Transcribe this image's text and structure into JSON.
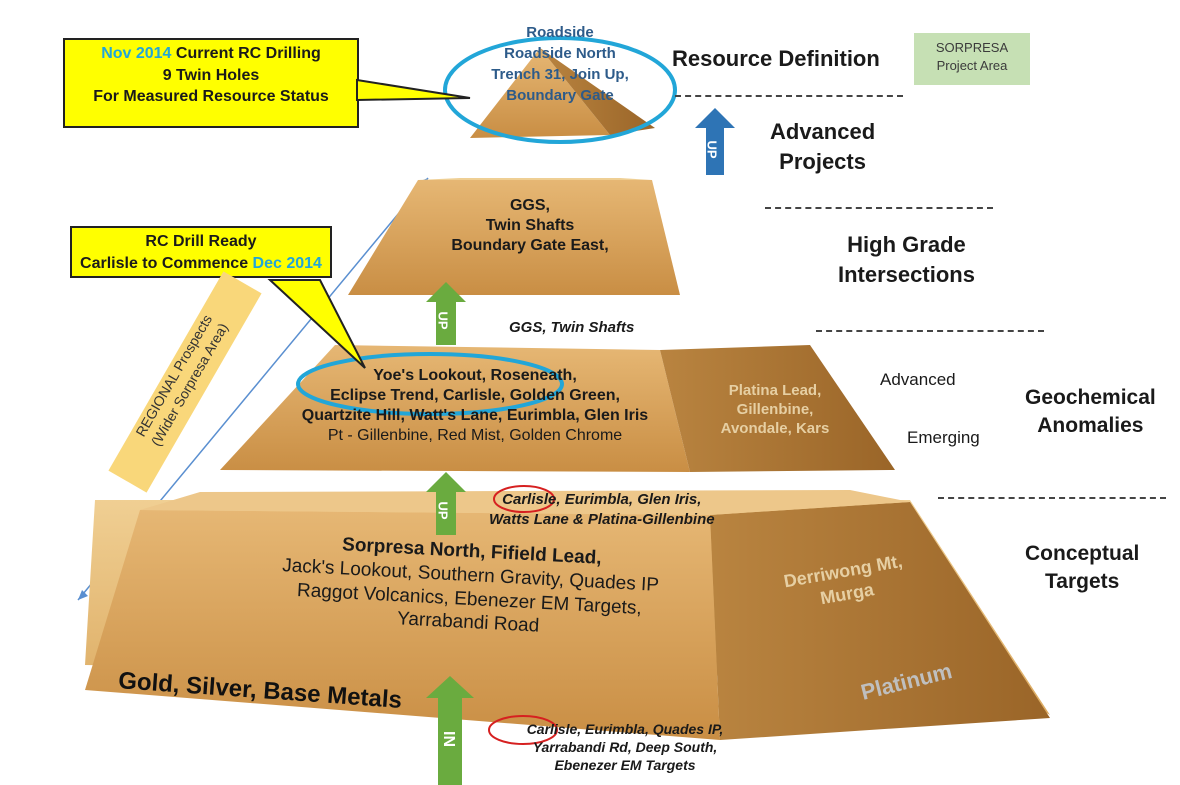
{
  "stages": {
    "resource": "Resource Definition",
    "advanced_projects": [
      "Advanced",
      "Projects"
    ],
    "high_grade": [
      "High Grade",
      "Intersections"
    ],
    "geochemical": [
      "Geochemical",
      "Anomalies"
    ],
    "conceptual": [
      "Conceptual",
      "Targets"
    ]
  },
  "geochem_sub": {
    "advanced": "Advanced",
    "emerging": "Emerging"
  },
  "project_area": [
    "SORPRESA",
    "Project Area"
  ],
  "callouts": {
    "top": {
      "date": "Nov 2014",
      "line1_rest": " Current RC Drilling",
      "line2": "9 Twin Holes",
      "line3": "For Measured Resource Status"
    },
    "mid": {
      "line1": "RC Drill Ready",
      "line2_pre": "Carlisle to Commence ",
      "date": "Dec 2014"
    }
  },
  "regional": [
    "REGIONAL Prospects",
    "(Wider Sorpresa Area)"
  ],
  "tiers": {
    "top": [
      "Roadside",
      "Roadside North",
      "Trench 31, Join Up,",
      "Boundary Gate"
    ],
    "second": [
      "GGS,",
      "Twin Shafts",
      "Boundary Gate East,"
    ],
    "third_front": [
      "Yoe's Lookout, Roseneath,",
      "Eclipse Trend, Carlisle, Golden Green,",
      "Quartzite Hill, Watt's Lane, Eurimbla, Glen Iris"
    ],
    "third_front_plain": "Pt - Gillenbine, Red Mist, Golden Chrome",
    "third_side": [
      "Platina Lead,",
      "Gillenbine,",
      "Avondale, Kars"
    ],
    "base_front_bold": "Sorpresa North, Fifield Lead,",
    "base_front": [
      "Jack's Lookout, Southern Gravity, Quades IP",
      "Raggot Volcanics, Ebenezer EM Targets,",
      "Yarrabandi Road"
    ],
    "base_side": [
      "Derriwong Mt,",
      "Murga"
    ],
    "base_left": "Gold, Silver, Base Metals",
    "base_right": "Platinum"
  },
  "transitions": {
    "to_second": "GGS, Twin Shafts",
    "to_third_a_circled": "Carlisle",
    "to_third_a_rest": ", Eurimbla, Glen Iris,",
    "to_third_b": "Watts Lane & Platina-Gillenbine",
    "into_base_circled": "Carlisle",
    "into_base_a_rest": ", Eurimbla, Quades IP,",
    "into_base_b": "Yarrabandi Rd, Deep South,",
    "into_base_c": "Ebenezer EM Targets"
  },
  "arrows": {
    "up": "UP",
    "in": "IN"
  },
  "colors": {
    "pyramid_front": "#d9a55a",
    "pyramid_side": "#b07a35",
    "arrow_green": "#6aab3f",
    "arrow_blue": "#2e74b5",
    "callout": "#ffff00",
    "highlight_ring": "#22a6d8",
    "circle_red": "#d62020"
  }
}
